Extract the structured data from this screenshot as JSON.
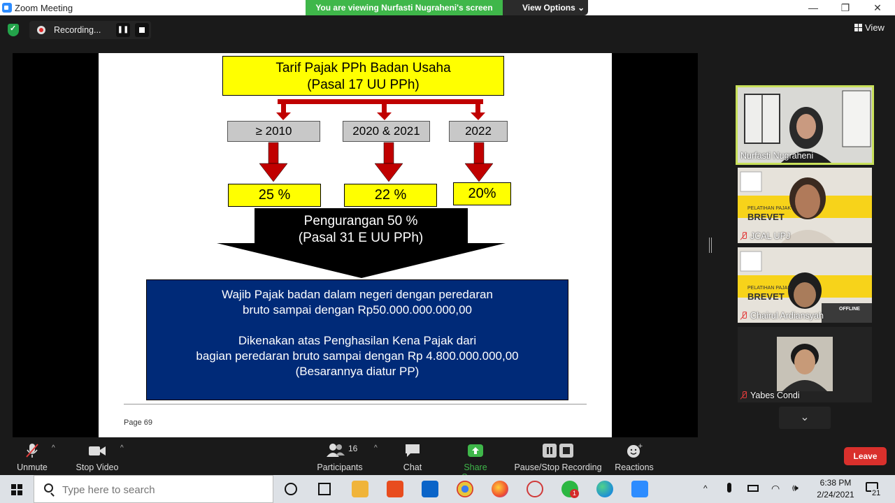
{
  "window": {
    "title": "Zoom Meeting",
    "minimize": "—",
    "restore": "❐",
    "close": "✕"
  },
  "banner": {
    "viewing": "You are viewing Nurfasti Nugraheni's screen",
    "view_options": "View Options ⌄"
  },
  "recording": {
    "label": "Recording...",
    "pause": "❚❚"
  },
  "view_label": "View",
  "slide": {
    "title_line1": "Tarif Pajak PPh Badan Usaha",
    "title_line2": "(Pasal 17 UU PPh)",
    "periods": [
      "≥ 2010",
      "2020 & 2021",
      "2022"
    ],
    "rates": [
      "25 %",
      "22 %",
      "20%"
    ],
    "reduction_line1": "Pengurangan  50 %",
    "reduction_line2": "(Pasal 31 E UU PPh)",
    "box_line1": "Wajib Pajak badan dalam negeri dengan peredaran",
    "box_line2": "bruto sampai dengan Rp50.000.000.000,00",
    "box_line3": "Dikenakan atas Penghasilan Kena Pajak dari",
    "box_line4": "bagian peredaran bruto sampai dengan Rp 4.800.000.000,00",
    "box_line5": "(Besarannya diatur PP)",
    "page": "Page 69"
  },
  "participants_panel": [
    {
      "name": "Nurfasti Nugraheni",
      "muted": false,
      "active": true
    },
    {
      "name": "JCAL UPJ",
      "muted": true,
      "active": false
    },
    {
      "name": "Chairul Ardiansyah",
      "muted": true,
      "active": false
    },
    {
      "name": "Yabes Condi",
      "muted": true,
      "active": false
    }
  ],
  "scroll_down": "⌄",
  "toolbar": {
    "unmute": "Unmute",
    "stop_video": "Stop Video",
    "participants": "Participants",
    "participants_count": "16",
    "chat": "Chat",
    "share_screen": "Share Screen",
    "pause_stop_recording": "Pause/Stop Recording",
    "reactions": "Reactions",
    "leave": "Leave",
    "caret": "^"
  },
  "taskbar": {
    "search_placeholder": "Type here to search",
    "time": "6:38 PM",
    "date": "2/24/2021",
    "notification_count": "21",
    "whatsapp_badge": "1"
  },
  "colors": {
    "share_green": "#3fb74a",
    "leave_red": "#d9302c",
    "slide_yellow": "#ffff00",
    "slide_blue": "#002a78",
    "arrow_red": "#c00000"
  }
}
